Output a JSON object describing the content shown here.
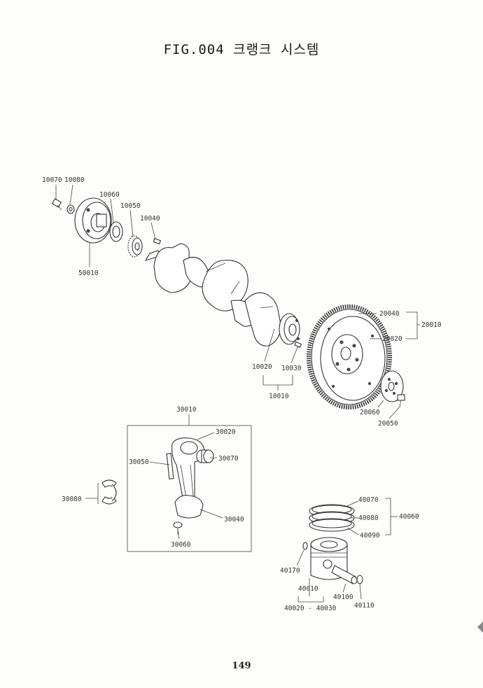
{
  "title": "FIG.004 크랭크 시스템",
  "page_number": "149",
  "labels": {
    "p10070": "10070",
    "p10080": "10080",
    "p10060": "10060",
    "p10050": "10050",
    "p10040": "10040",
    "p50010": "50010",
    "p20040": "20040",
    "p20010": "20010",
    "p20020": "20020",
    "p10020": "10020",
    "p10030": "10030",
    "p10010": "10010",
    "p20060": "20060",
    "p20050": "20050",
    "p30010": "30010",
    "p30020": "30020",
    "p30050": "30050",
    "p30070": "30070",
    "p30080": "30080",
    "p30040": "30040",
    "p30060": "30060",
    "p40070": "40070",
    "p40080": "40080",
    "p40060": "40060",
    "p40090": "40090",
    "p40170": "40170",
    "p40010": "40010",
    "p40100": "40100",
    "p40110": "40110",
    "p40020_40030": "40020 - 40030"
  }
}
